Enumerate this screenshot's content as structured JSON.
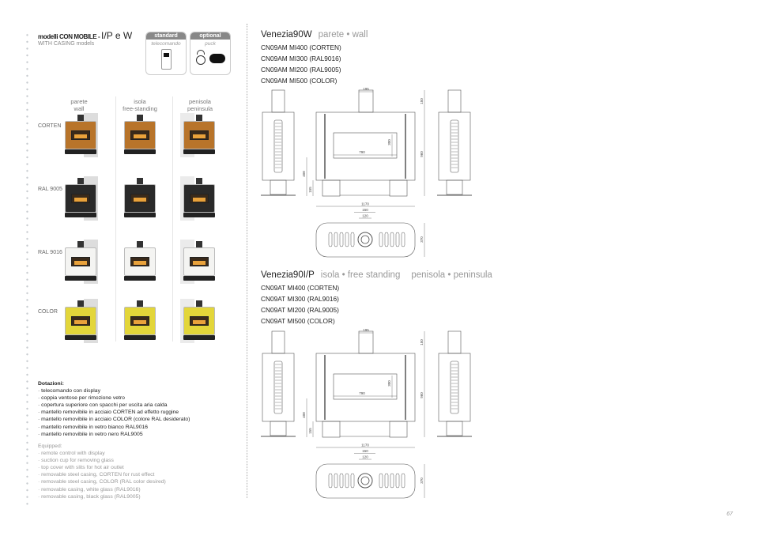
{
  "left": {
    "title_prefix": "modelli CON MOBILE - ",
    "title_models": "I/P e W",
    "subtitle": "WITH CASING models",
    "standard": {
      "header": "standard",
      "label": "telecomando"
    },
    "optional": {
      "header": "optional",
      "label": "puck"
    },
    "columns": [
      {
        "it": "parete",
        "en": "wall"
      },
      {
        "it": "isola",
        "en": "free-standing"
      },
      {
        "it": "penisola",
        "en": "peninsula"
      }
    ],
    "rows": [
      {
        "label": "CORTEN",
        "color": "#b8742a"
      },
      {
        "label": "RAL 9005",
        "color": "#2a2a2a"
      },
      {
        "label": "RAL 9016",
        "color": "#f4f4f2"
      },
      {
        "label": "COLOR",
        "color": "#e3d63a"
      }
    ],
    "equip_it": {
      "heading": "Dotazioni:",
      "items": [
        "· telecomando con display",
        "· coppia ventose per rimozione vetro",
        "· copertura superiore con spacchi per uscita aria calda",
        "· mantello removibile in acciaio CORTEN ad effetto ruggine",
        "· mantello removibile in acciaio COLOR (colore RAL desiderato)",
        "· mantello removibile in vetro bianco RAL9016",
        "· mantello removibile in vetro nero RAL9005"
      ]
    },
    "equip_en": {
      "heading": "Equipped:",
      "items": [
        "· remote control with display",
        "· suction cup for removing glass",
        "· top cover with slits for hot air outlet",
        "· removable steel casing, CORTEN for rust effect",
        "· removable steel casing, COLOR (RAL color desired)",
        "· removable casing, white glass (RAL9016)",
        "· removable casing, black glass (RAL9005)"
      ]
    }
  },
  "models": [
    {
      "name": "Venezia90W",
      "types": [
        "parete • wall"
      ],
      "codes": [
        "CN09AM  MI400 (CORTEN)",
        "CN09AM  MI300 (RAL9016)",
        "CN09AM  MI200 (RAL9005)",
        "CN09AM  MI500 (COLOR)"
      ],
      "dims": {
        "chimney_w": "195",
        "chimney_h": "150",
        "height": "960",
        "window_h": "300",
        "window_w": "790",
        "window_base": "408",
        "leg_h": "155",
        "width": "1170",
        "flue_outer": "150",
        "flue_inner": "120",
        "depth": "370"
      }
    },
    {
      "name": "Venezia90I/P",
      "types": [
        "isola • free standing",
        "penisola • peninsula"
      ],
      "codes": [
        "CN09AT  MI400 (CORTEN)",
        "CN09AT  MI300 (RAL9016)",
        "CN09AT  MI200 (RAL9005)",
        "CN09AT  MI500 (COLOR)"
      ],
      "dims": {
        "chimney_w": "195",
        "chimney_h": "150",
        "height": "960",
        "window_h": "300",
        "window_w": "790",
        "window_base": "408",
        "leg_h": "155",
        "width": "1170",
        "flue_outer": "150",
        "flue_inner": "120",
        "depth": "370"
      }
    }
  ],
  "page_number": "67"
}
